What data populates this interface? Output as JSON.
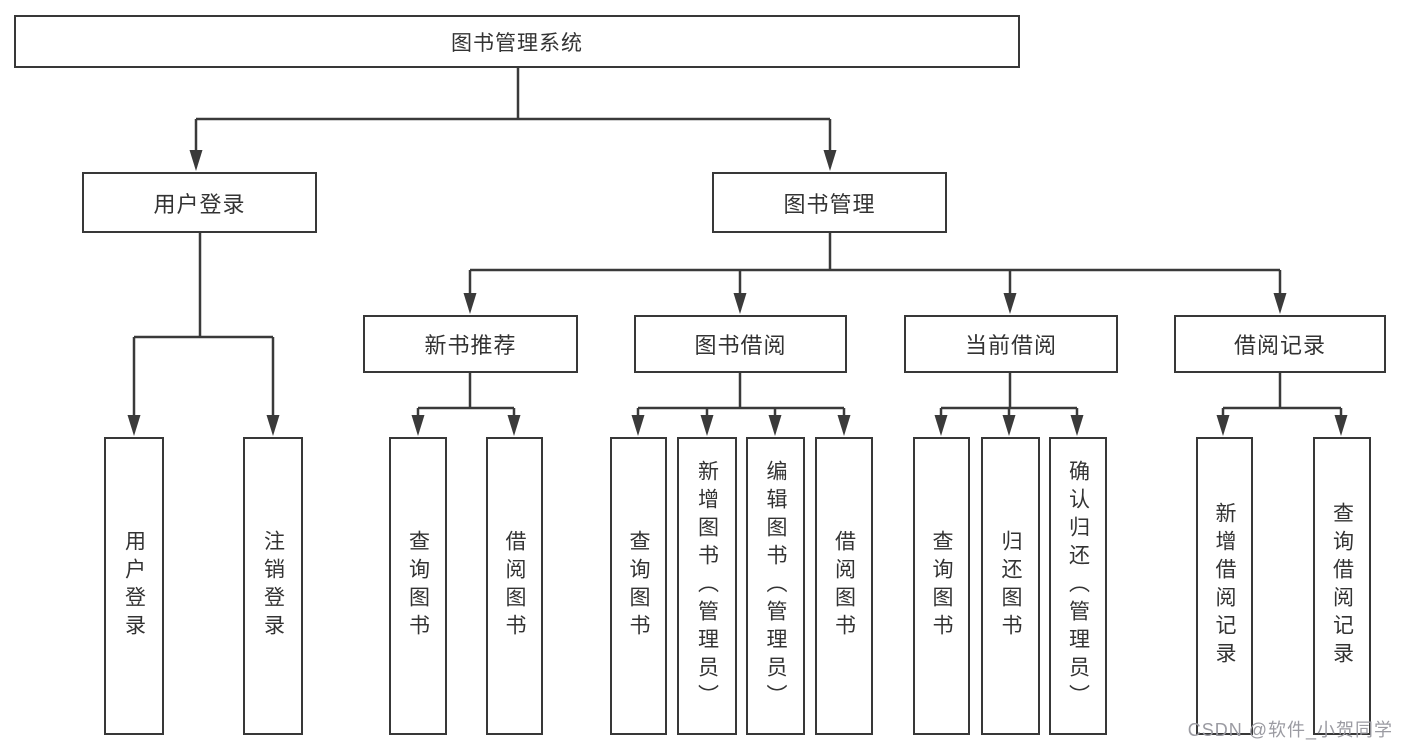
{
  "diagram": {
    "title": "图书管理系统",
    "level2": [
      {
        "id": "user-login",
        "label": "用户登录"
      },
      {
        "id": "book-management",
        "label": "图书管理"
      }
    ],
    "level3": [
      {
        "id": "new-book-recommend",
        "parent": "book-management",
        "label": "新书推荐"
      },
      {
        "id": "book-borrow",
        "parent": "book-management",
        "label": "图书借阅"
      },
      {
        "id": "current-borrow",
        "parent": "book-management",
        "label": "当前借阅"
      },
      {
        "id": "borrow-records",
        "parent": "book-management",
        "label": "借阅记录"
      }
    ],
    "leaves": [
      {
        "parent": "user-login",
        "label": "用户登录"
      },
      {
        "parent": "user-login",
        "label": "注销登录"
      },
      {
        "parent": "new-book-recommend",
        "label": "查询图书"
      },
      {
        "parent": "new-book-recommend",
        "label": "借阅图书"
      },
      {
        "parent": "book-borrow",
        "label": "查询图书"
      },
      {
        "parent": "book-borrow",
        "label": "新增图书（管理员）"
      },
      {
        "parent": "book-borrow",
        "label": "编辑图书（管理员）"
      },
      {
        "parent": "book-borrow",
        "label": "借阅图书"
      },
      {
        "parent": "current-borrow",
        "label": "查询图书"
      },
      {
        "parent": "current-borrow",
        "label": "归还图书"
      },
      {
        "parent": "current-borrow",
        "label": "确认归还（管理员）"
      },
      {
        "parent": "borrow-records",
        "label": "新增借阅记录"
      },
      {
        "parent": "borrow-records",
        "label": "查询借阅记录"
      }
    ],
    "watermark": "CSDN @软件_小贺同学",
    "colors": {
      "line": "#3a3a3a",
      "box_border": "#383838",
      "box_background": "#ffffff",
      "text": "#333333",
      "watermark": "#9b9ba2",
      "background": "#ffffff"
    }
  }
}
